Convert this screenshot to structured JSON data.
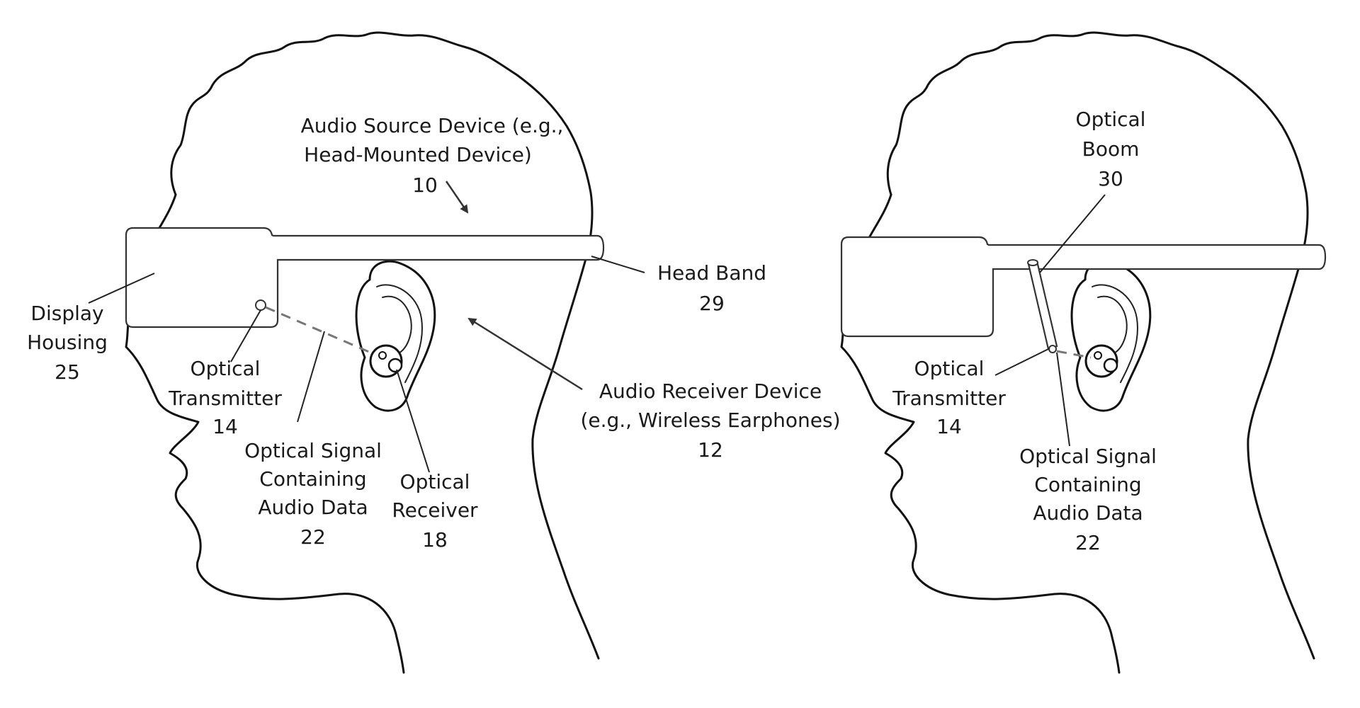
{
  "figure_left": {
    "audio_source": {
      "line1": "Audio Source Device (e.g.,",
      "line2": "Head-Mounted Device)",
      "ref": "10"
    },
    "head_band": {
      "line1": "Head Band",
      "ref": "29"
    },
    "display_housing": {
      "line1": "Display",
      "line2": "Housing",
      "ref": "25"
    },
    "optical_transmitter": {
      "line1": "Optical",
      "line2": "Transmitter",
      "ref": "14"
    },
    "optical_signal": {
      "line1": "Optical Signal",
      "line2": "Containing",
      "line3": "Audio Data",
      "ref": "22"
    },
    "optical_receiver": {
      "line1": "Optical",
      "line2": "Receiver",
      "ref": "18"
    },
    "audio_receiver": {
      "line1": "Audio Receiver Device",
      "line2": "(e.g., Wireless Earphones)",
      "ref": "12"
    }
  },
  "figure_right": {
    "optical_boom": {
      "line1": "Optical",
      "line2": "Boom",
      "ref": "30"
    },
    "optical_transmitter": {
      "line1": "Optical",
      "line2": "Transmitter",
      "ref": "14"
    },
    "optical_signal": {
      "line1": "Optical Signal",
      "line2": "Containing",
      "line3": "Audio Data",
      "ref": "22"
    }
  }
}
